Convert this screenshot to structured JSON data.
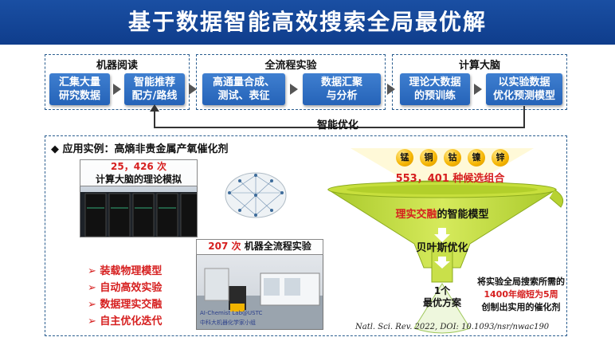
{
  "title": "基于数据智能高效搜索全局最优解",
  "sections": {
    "reading": "机器阅读",
    "experiment": "全流程实验",
    "brain": "计算大脑"
  },
  "steps": [
    "汇集大量\n研究数据",
    "智能推荐\n配方/路线",
    "高通量合成、\n测试、表征",
    "数据汇聚\n与分析",
    "理论大数据\n的预训练",
    "以实验数据\n优化预测模型"
  ],
  "loop_label": "智能优化",
  "application": {
    "title": "应用实例：高熵非贵金属产氧催化剂",
    "sim_count": "25，426 次",
    "sim_label": "计算大脑的理论模拟",
    "exp_count": "207 次",
    "exp_label": "机器全流程实验",
    "lab_watermark_1": "AI-Chemist Lab@USTC",
    "lab_watermark_2": "中科大机器化学家小组",
    "bullets": [
      "装载物理模型",
      "自动高效实验",
      "数据理实交融",
      "自主优化迭代"
    ],
    "metals": [
      "锰",
      "铜",
      "钴",
      "镍",
      "锌"
    ],
    "candidates": "553，401 种候选组合",
    "funnel_label_red": "理实交融",
    "funnel_label_rest": "的智能模型",
    "bayes": "贝叶斯优化",
    "best_line1": "1个",
    "best_line2": "最优方案",
    "result_line1": "将实验全局搜索所需的",
    "result_line2": "1400年缩短为5周",
    "result_line3": "创制出实用的催化剂",
    "citation": "Natl. Sci. Rev. 2022, DOI: 10.1093/nsr/nwac190"
  },
  "colors": {
    "title_bg": "#1a4fa3",
    "step_bg": "#2f6fc4",
    "funnel": "#c2dc3f",
    "highlight_red": "#d61f1f",
    "metal_gold": "#f5b400"
  }
}
